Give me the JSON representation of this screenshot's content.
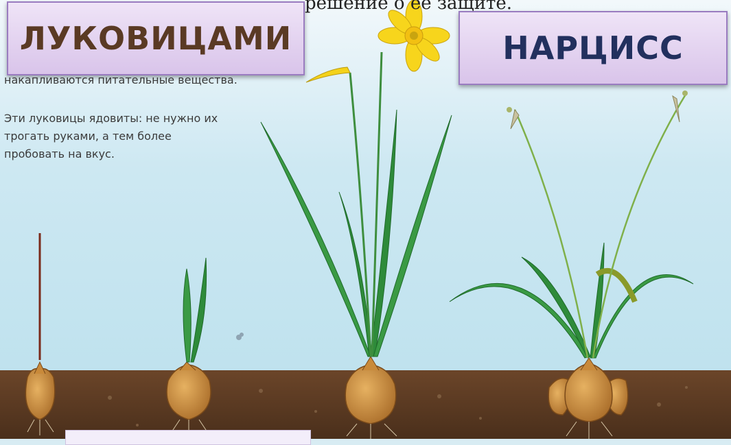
{
  "labels": {
    "left": "ЛУКОВИЦАМИ",
    "right": "НАРЦИСС"
  },
  "text": {
    "heading_fragment": "решение о её защите.",
    "top_line": "накапливаются питательные вещества.",
    "paragraph_lines": [
      "Эти луковицы ядовиты: не нужно их",
      "трогать руками, а тем более",
      "пробовать на вкус."
    ]
  },
  "illustration": {
    "subject": "daffodil growth stages from bulb to flowering plant",
    "colors": {
      "sky_top": "#cfe6f0",
      "sky_bottom": "#e8f5fa",
      "soil": "#5a3b22",
      "bulb": "#c98a3a",
      "leaf": "#2e8b3a",
      "flower": "#f4d21a"
    }
  }
}
